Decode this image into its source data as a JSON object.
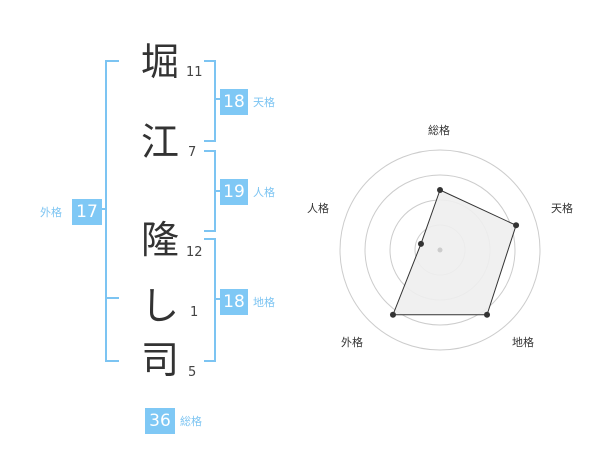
{
  "name": {
    "chars": [
      {
        "char": "堀",
        "strokes": "11"
      },
      {
        "char": "江",
        "strokes": "7"
      },
      {
        "char": "隆",
        "strokes": "12"
      },
      {
        "char": "し",
        "strokes": "1"
      },
      {
        "char": "司",
        "strokes": "5"
      }
    ]
  },
  "fortune": {
    "tenkaku": {
      "value": "18",
      "label": "天格"
    },
    "jinkaku": {
      "value": "19",
      "label": "人格"
    },
    "chikaku": {
      "value": "18",
      "label": "地格"
    },
    "gaikaku": {
      "value": "17",
      "label": "外格"
    },
    "soukaku": {
      "value": "36",
      "label": "総格"
    }
  },
  "chart_data": {
    "type": "radar",
    "axes": [
      "総格",
      "天格",
      "地格",
      "外格",
      "人格"
    ],
    "values": [
      3,
      4,
      4,
      4,
      1
    ],
    "max": 5,
    "rings": 4,
    "colors": {
      "fill": "#eeeeee",
      "stroke": "#333333",
      "ring": "#cccccc"
    }
  }
}
